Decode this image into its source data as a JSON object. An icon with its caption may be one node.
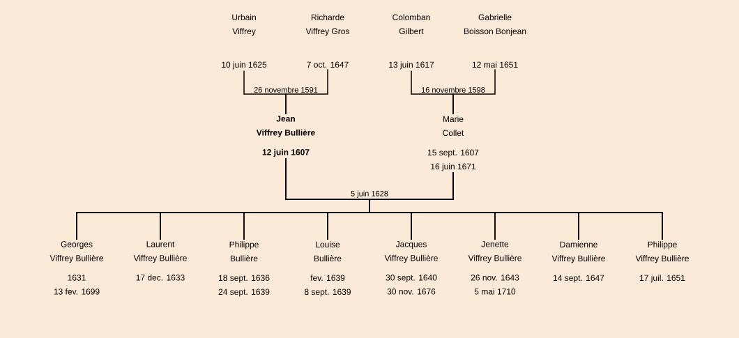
{
  "diagram": {
    "nodes": [
      {
        "text": [
          "Urbain Viffrey",
          "10 juin 1625"
        ]
      },
      {
        "text": [
          "Richarde Viffrey Gros",
          "7 oct. 1647"
        ]
      },
      {
        "text": [
          "Colomban Gilbert",
          "13 juin 1617"
        ]
      },
      {
        "text": [
          "Gabrielle Boisson Bonjean",
          "12 mai 1651"
        ]
      },
      {
        "text": [
          "Jean Viffrey Bullière",
          "12 juin 1607"
        ]
      },
      {
        "text": [
          "Marie Collet",
          "15 sept. 1607",
          "16 juin 1671"
        ]
      },
      {
        "text": [
          "Georges Viffrey Bullière",
          "1631",
          "13 fev. 1699"
        ]
      },
      {
        "text": [
          "Laurent Viffrey Bullière",
          "17 dec. 1633"
        ]
      },
      {
        "text": [
          "Philippe Bullière",
          "18 sept. 1636",
          "24 sept. 1639"
        ]
      },
      {
        "text": [
          "Louise Bullière",
          "fev. 1639",
          "8 sept. 1639"
        ]
      },
      {
        "text": [
          "Jacques Viffrey Bullière",
          "30 sept. 1640",
          "30 nov. 1676"
        ]
      },
      {
        "text": [
          "Jenette Viffrey Bullière",
          "26 nov. 1643",
          "5 mai 1710"
        ]
      },
      {
        "text": [
          "Damienne Viffrey Bullière",
          "14 sept. 1647"
        ]
      },
      {
        "text": [
          "Philippe Viffrey Bullière",
          "17 juil. 1651"
        ]
      }
    ],
    "edges": [
      {
        "from": 0,
        "to": 4,
        "arrow": "none",
        "label": "26 novembre 1591"
      },
      {
        "from": 1,
        "to": 4,
        "arrow": "none"
      },
      {
        "from": 2,
        "to": 5,
        "arrow": "none",
        "label": "16 novembre 1598"
      },
      {
        "from": 3,
        "to": 5,
        "arrow": "none"
      },
      {
        "from": 4,
        "to": 6,
        "arrow": "none",
        "label": "5 juin 1628"
      },
      {
        "from": 5,
        "to": 6,
        "arrow": "none"
      },
      {
        "from": 4,
        "to": 7,
        "arrow": "none"
      },
      {
        "from": 5,
        "to": 7,
        "arrow": "none"
      },
      {
        "from": 4,
        "to": 8,
        "arrow": "none"
      },
      {
        "from": 5,
        "to": 8,
        "arrow": "none"
      },
      {
        "from": 4,
        "to": 9,
        "arrow": "none"
      },
      {
        "from": 5,
        "to": 9,
        "arrow": "none"
      },
      {
        "from": 4,
        "to": 10,
        "arrow": "none"
      },
      {
        "from": 5,
        "to": 10,
        "arrow": "none"
      },
      {
        "from": 4,
        "to": 11,
        "arrow": "none"
      },
      {
        "from": 5,
        "to": 11,
        "arrow": "none"
      },
      {
        "from": 4,
        "to": 12,
        "arrow": "none"
      },
      {
        "from": 5,
        "to": 12,
        "arrow": "none"
      },
      {
        "from": 4,
        "to": 13,
        "arrow": "none"
      },
      {
        "from": 5,
        "to": 13,
        "arrow": "none"
      }
    ]
  }
}
